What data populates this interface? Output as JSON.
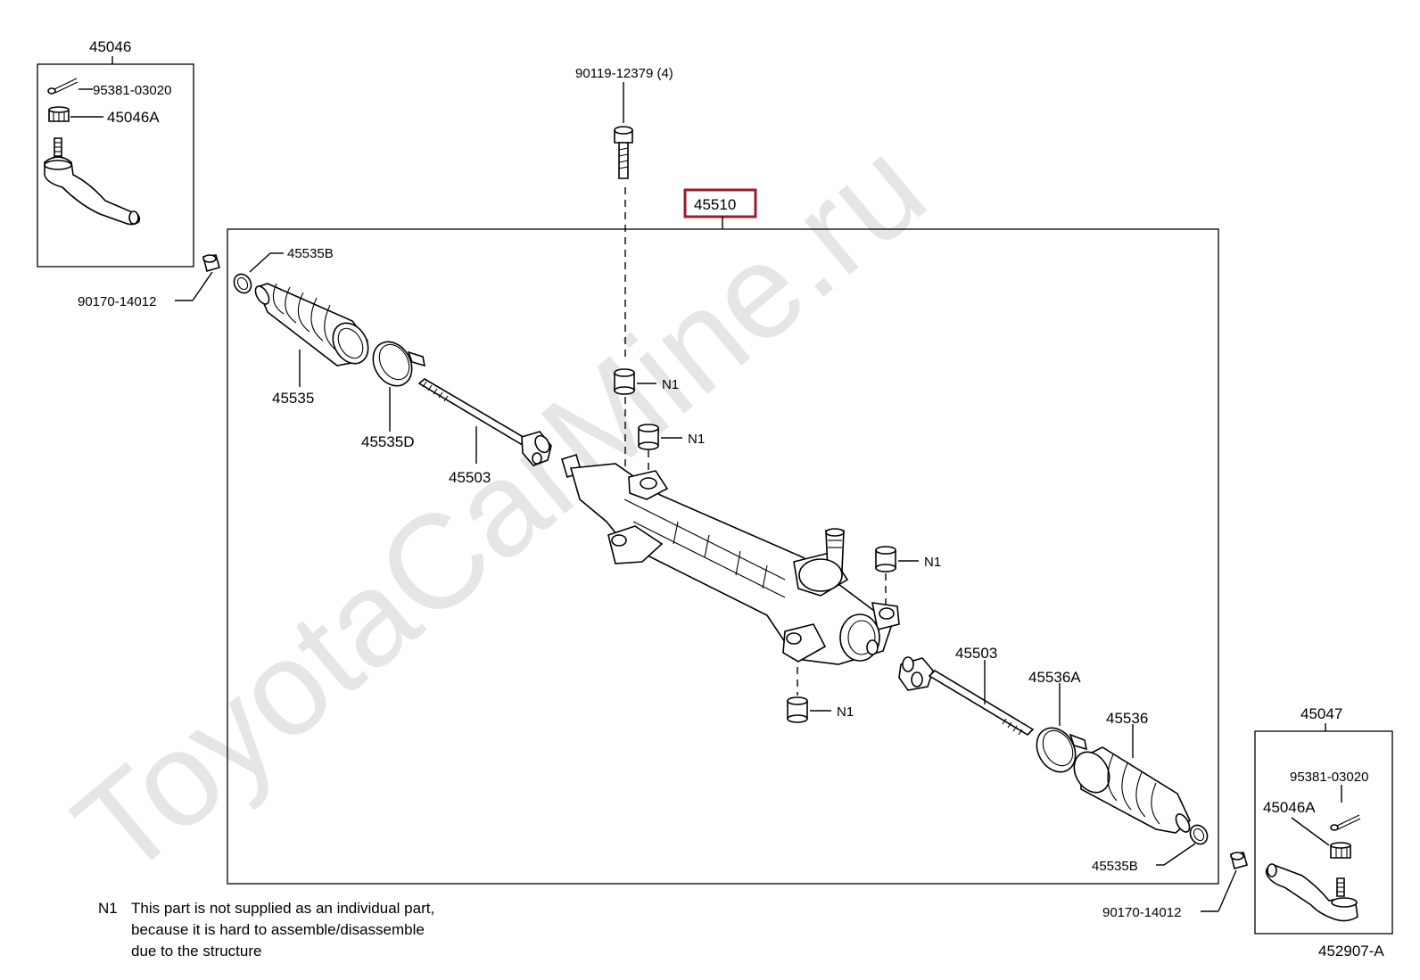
{
  "watermark": "ToyotaCarMine.ru",
  "highlight_color": "#9b1b30",
  "labels": {
    "p45046": "45046",
    "p95381_top": "95381-03020",
    "p45046A_top": "45046A",
    "p90119": "90119-12379 (4)",
    "p45510": "45510",
    "p90170_left": "90170-14012",
    "p45535B_top": "45535B",
    "p45535": "45535",
    "p45535D": "45535D",
    "p45503_left": "45503",
    "n1_a": "N1",
    "n1_b": "N1",
    "n1_c": "N1",
    "n1_d": "N1",
    "p45503_right": "45503",
    "p45536A": "45536A",
    "p45536": "45536",
    "p45535B_bottom": "45535B",
    "p90170_right": "90170-14012",
    "p45047": "45047",
    "p95381_bottom": "95381-03020",
    "p45046A_bottom": "45046A",
    "ref": "452907-A"
  },
  "note": {
    "key": "N1",
    "line1": "This part is not supplied as an individual part,",
    "line2": "because it is hard to assemble/disassemble",
    "line3": "due to the structure"
  }
}
